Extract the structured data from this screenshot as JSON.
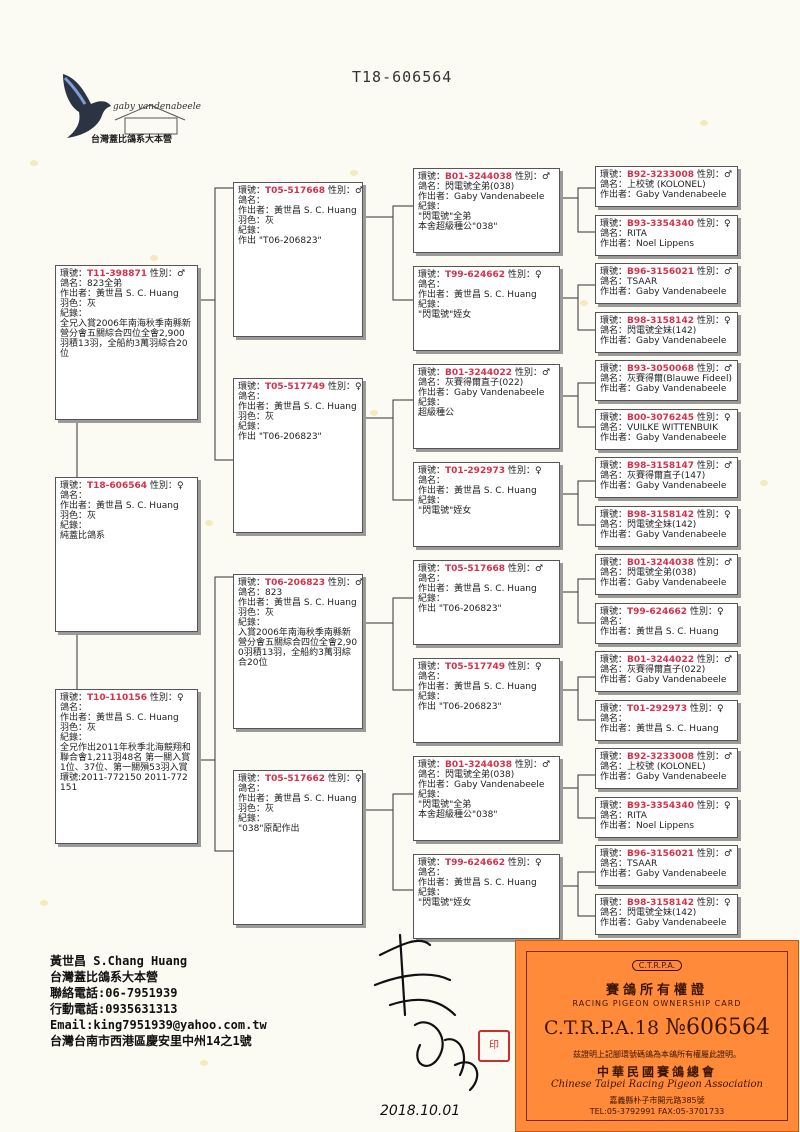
{
  "title": "T18-606564",
  "logo": {
    "brand": "gaby vandenabeele",
    "subtitle": "台灣蓋比鴿系大本營"
  },
  "boxes": {
    "g1": {
      "ring": "T18-606564",
      "sex": "♀",
      "lines": [
        "鴿名：",
        "作出者：黃世昌 S. C. Huang",
        "羽色：灰",
        "紀錄：",
        "純蓋比鴿系"
      ]
    },
    "sire": {
      "ring": "T11-398871",
      "sex": "♂",
      "lines": [
        "鴿名：823全弟",
        "作出者：黃世昌 S. C. Huang",
        "羽色：灰",
        "紀錄："
      ],
      "note": "全兄入賞2006年南海秋季南縣新營分會五關綜合四位全會2,900羽積13羽，全船約3萬羽綜合20位"
    },
    "dam": {
      "ring": "T10-110156",
      "sex": "♀",
      "lines": [
        "鴿名：",
        "作出者：黃世昌 S. C. Huang",
        "羽色：灰",
        "紀錄："
      ],
      "note": "全兄作出2011年秋季北海競翔和聯合會1,211羽48名 第一關入賞1位、37位、第一關殞53羽入賞環號:2011-772150 2011-772151"
    },
    "ss": {
      "ring": "T05-517668",
      "sex": "♂",
      "lines": [
        "鴿名：",
        "作出者：黃世昌 S. C. Huang",
        "羽色：灰",
        "紀錄：",
        "作出 \"T06-206823\""
      ]
    },
    "sd": {
      "ring": "T05-517749",
      "sex": "♀",
      "lines": [
        "鴿名：",
        "作出者：黃世昌 S. C. Huang",
        "羽色：灰",
        "紀錄：",
        "作出 \"T06-206823\""
      ]
    },
    "ds": {
      "ring": "T06-206823",
      "sex": "♂",
      "lines": [
        "鴿名：823",
        "作出者：黃世昌 S. C. Huang",
        "羽色：灰",
        "紀錄："
      ],
      "note": "入賞2006年南海秋季南縣新營分會五關綜合四位全會2,900羽積13羽，全船約3萬羽綜合20位"
    },
    "dd": {
      "ring": "T05-517662",
      "sex": "♀",
      "lines": [
        "鴿名：",
        "作出者：黃世昌 S. C. Huang",
        "羽色：灰",
        "紀錄：",
        "\"038\"原配作出"
      ]
    },
    "sss": {
      "ring": "B01-3244038",
      "sex": "♂",
      "lines": [
        "鴿名：閃電號全弟(038)",
        "作出者：Gaby Vandenabeele",
        "紀錄：",
        "\"閃電號\"全弟",
        "本舍超級種公\"038\""
      ]
    },
    "ssd": {
      "ring": "T99-624662",
      "sex": "♀",
      "lines": [
        "鴿名：",
        "作出者：黃世昌 S. C. Huang",
        "紀錄：",
        "\"閃電號\"姪女"
      ]
    },
    "sds": {
      "ring": "B01-3244022",
      "sex": "♂",
      "lines": [
        "鴿名：灰賽得爾直子(022)",
        "作出者：Gaby Vandenabeele",
        "紀錄：",
        "超級種公"
      ]
    },
    "sdd": {
      "ring": "T01-292973",
      "sex": "♀",
      "lines": [
        "鴿名：",
        "作出者：黃世昌 S. C. Huang",
        "紀錄：",
        "\"閃電號\"姪女"
      ]
    },
    "dss": {
      "ring": "T05-517668",
      "sex": "♂",
      "lines": [
        "鴿名：",
        "作出者：黃世昌 S. C. Huang",
        "紀錄：",
        "作出 \"T06-206823\""
      ]
    },
    "dsd": {
      "ring": "T05-517749",
      "sex": "♀",
      "lines": [
        "鴿名：",
        "作出者：黃世昌 S. C. Huang",
        "紀錄：",
        "作出 \"T06-206823\""
      ]
    },
    "dds": {
      "ring": "B01-3244038",
      "sex": "♂",
      "lines": [
        "鴿名：閃電號全弟(038)",
        "作出者：Gaby Vandenabeele",
        "紀錄：",
        "\"閃電號\"全弟",
        "本舍超級種公\"038\""
      ]
    },
    "ddd": {
      "ring": "T99-624662",
      "sex": "♀",
      "lines": [
        "鴿名：",
        "作出者：黃世昌 S. C. Huang",
        "紀錄：",
        "\"閃電號\"姪女"
      ]
    },
    "g4_1": {
      "ring": "B92-3233008",
      "sex": "♂",
      "lines": [
        "鴿名：上校號 (KOLONEL)",
        "作出者：Gaby Vandenabeele"
      ]
    },
    "g4_2": {
      "ring": "B93-3354340",
      "sex": "♀",
      "lines": [
        "鴿名：RITA",
        "作出者：Noel Lippens"
      ]
    },
    "g4_3": {
      "ring": "B96-3156021",
      "sex": "♂",
      "lines": [
        "鴿名：TSAAR",
        "作出者：Gaby Vandenabeele"
      ]
    },
    "g4_4": {
      "ring": "B98-3158142",
      "sex": "♀",
      "lines": [
        "鴿名：閃電號全妹(142)",
        "作出者：Gaby Vandenabeele"
      ]
    },
    "g4_5": {
      "ring": "B93-3050068",
      "sex": "♂",
      "lines": [
        "鴿名：灰賽得爾(Blauwe Fideel)",
        "作出者：Gaby Vandenabeele"
      ]
    },
    "g4_6": {
      "ring": "B00-3076245",
      "sex": "♀",
      "lines": [
        "鴿名：VUILKE WITTENBUIK",
        "作出者：Gaby Vandenabeele"
      ]
    },
    "g4_7": {
      "ring": "B98-3158147",
      "sex": "♂",
      "lines": [
        "鴿名：灰賽得爾直子(147)",
        "作出者：Gaby Vandenabeele"
      ]
    },
    "g4_8": {
      "ring": "B98-3158142",
      "sex": "♀",
      "lines": [
        "鴿名：閃電號全妹(142)",
        "作出者：Gaby Vandenabeele"
      ]
    },
    "g4_9": {
      "ring": "B01-3244038",
      "sex": "♂",
      "lines": [
        "鴿名：閃電號全弟(038)",
        "作出者：Gaby Vandenabeele"
      ]
    },
    "g4_10": {
      "ring": "T99-624662",
      "sex": "♀",
      "lines": [
        "鴿名：",
        "作出者：黃世昌 S. C. Huang"
      ]
    },
    "g4_11": {
      "ring": "B01-3244022",
      "sex": "♂",
      "lines": [
        "鴿名：灰賽得爾直子(022)",
        "作出者：Gaby Vandenabeele"
      ]
    },
    "g4_12": {
      "ring": "T01-292973",
      "sex": "♀",
      "lines": [
        "鴿名：",
        "作出者：黃世昌 S. C. Huang"
      ]
    },
    "g4_13": {
      "ring": "B92-3233008",
      "sex": "♂",
      "lines": [
        "鴿名：上校號 (KOLONEL)",
        "作出者：Gaby Vandenabeele"
      ]
    },
    "g4_14": {
      "ring": "B93-3354340",
      "sex": "♀",
      "lines": [
        "鴿名：RITA",
        "作出者：Noel Lippens"
      ]
    },
    "g4_15": {
      "ring": "B96-3156021",
      "sex": "♂",
      "lines": [
        "鴿名：TSAAR",
        "作出者：Gaby Vandenabeele"
      ]
    },
    "g4_16": {
      "ring": "B98-3158142",
      "sex": "♀",
      "lines": [
        "鴿名：閃電號全妹(142)",
        "作出者：Gaby Vandenabeele"
      ]
    }
  },
  "labels": {
    "ring_prefix": "環號：",
    "sex_prefix": "性別："
  },
  "contact": [
    "黃世昌 S.Chang Huang",
    "台灣蓋比鴿系大本營",
    "聯絡電話:06-7951939",
    "行動電話:0935631313",
    "Email:king7951939@yahoo.com.tw",
    "台灣台南市西港區慶安里中州14之1號"
  ],
  "card": {
    "badge": "C.T.R.P.A.",
    "title_zh": "賽鴿所有權證",
    "title_en": "RACING PIGEON OWNERSHIP CARD",
    "code": "C.T.R.P.A.18",
    "number": "№606564",
    "statement": "茲證明上記腳環號碼鴿為本鴿所有權屬此證明。",
    "org_zh": "中華民國賽鴿總會",
    "org_en": "Chinese Taipei Racing Pigeon Association",
    "address": "嘉義縣朴子市開元路385號",
    "phone": "TEL:05-3792991   FAX:05-3701733"
  },
  "signature_date": "2018.10.01",
  "stamp_text": "印",
  "colors": {
    "ring": "#d8304a",
    "card": "#ff8b3a",
    "paper": "#fbfaf3"
  }
}
